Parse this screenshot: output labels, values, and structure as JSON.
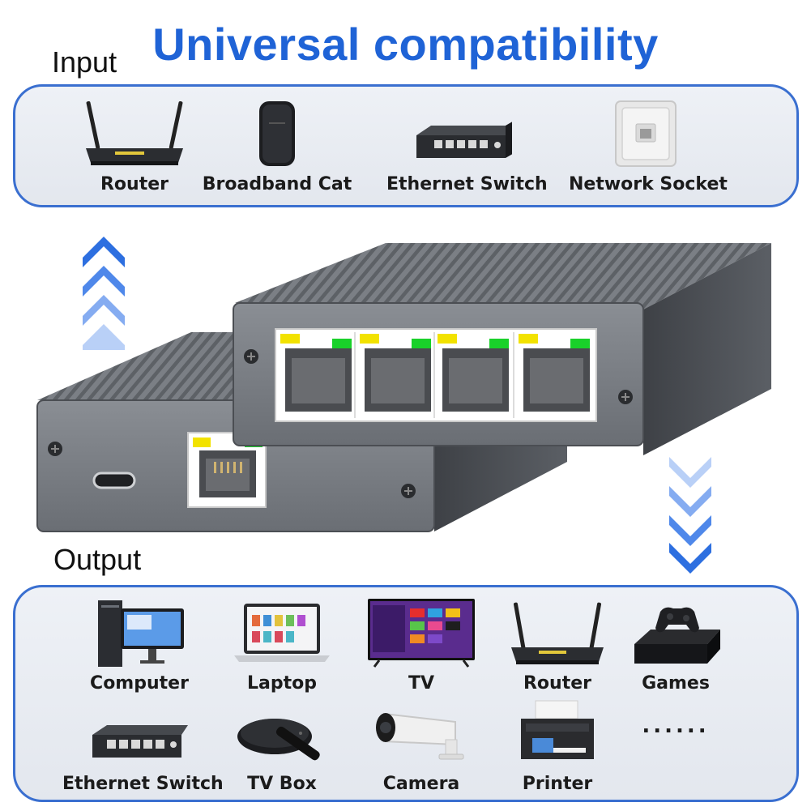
{
  "title": "Universal compatibility",
  "input": {
    "label": "Input",
    "items": [
      {
        "name": "Router",
        "icon": "router-icon"
      },
      {
        "name": "Broadband Cat",
        "icon": "modem-icon"
      },
      {
        "name": "Ethernet Switch",
        "icon": "ethernet-switch-icon"
      },
      {
        "name": "Network Socket",
        "icon": "network-socket-icon"
      }
    ]
  },
  "output": {
    "label": "Output",
    "items": [
      {
        "name": "Computer",
        "icon": "computer-icon"
      },
      {
        "name": "Laptop",
        "icon": "laptop-icon"
      },
      {
        "name": "TV",
        "icon": "tv-icon"
      },
      {
        "name": "Router",
        "icon": "router-icon"
      },
      {
        "name": "Games",
        "icon": "game-console-icon"
      },
      {
        "name": "Ethernet Switch",
        "icon": "ethernet-switch-icon"
      },
      {
        "name": "TV Box",
        "icon": "tv-box-icon"
      },
      {
        "name": "Camera",
        "icon": "security-camera-icon"
      },
      {
        "name": "Printer",
        "icon": "printer-icon"
      },
      {
        "name": "......",
        "icon": "more-icon"
      }
    ]
  },
  "colors": {
    "accent": "#1f63d6",
    "panel_border": "#3a6fd0",
    "led_yellow": "#f2e200",
    "led_green": "#19d12a",
    "device_body": "#6f7378"
  }
}
